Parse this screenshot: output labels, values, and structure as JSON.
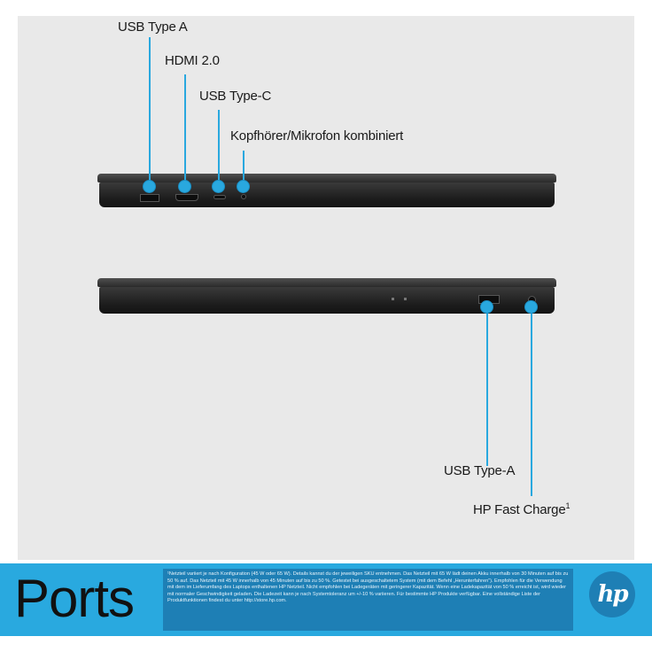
{
  "top_view": {
    "labels": {
      "usb_a": "USB Type A",
      "hdmi": "HDMI 2.0",
      "usb_c": "USB Type-C",
      "audio": "Kopfhörer/Mikrofon kombiniert"
    }
  },
  "bottom_view": {
    "labels": {
      "usb_a": "USB Type-A",
      "fast_charge": "HP Fast Charge",
      "fast_charge_mark": "1"
    }
  },
  "footer": {
    "title": "Ports",
    "footnote": "¹Netzteil variiert je nach Konfiguration (45 W oder 65 W). Details kannst du der jeweiligen SKU entnehmen. Das Netzteil mit 65 W lädt deinen Akku innerhalb von 30 Minuten auf bis zu 50 % auf. Das Netzteil mit 45 W innerhalb von 45 Minuten auf bis zu 50 %. Getestet bei ausgeschaltetem System (mit dem Befehl „Herunterfahren“). Empfohlen für die Verwendung mit dem im Lieferumfang des Laptops enthaltenen HP Netzteil. Nicht empfohlen bei Ladegeräten mit geringerer Kapazität. Wenn eine Ladekapazität von 50 % erreicht ist, wird wieder mit normaler Geschwindigkeit geladen. Die Ladezeit kann je nach Systemtoleranz um +/-10 % variieren. Für bestimmte HP Produkte verfügbar. Eine vollständige Liste der Produktfunktionen findest du unter http://store.hp.com.",
    "logo_text": "hp"
  },
  "colors": {
    "accent": "#29a8df",
    "footer_bg": "#29a9df",
    "note_bg": "#1e7fb5",
    "panel_bg": "#e9e9e9"
  }
}
